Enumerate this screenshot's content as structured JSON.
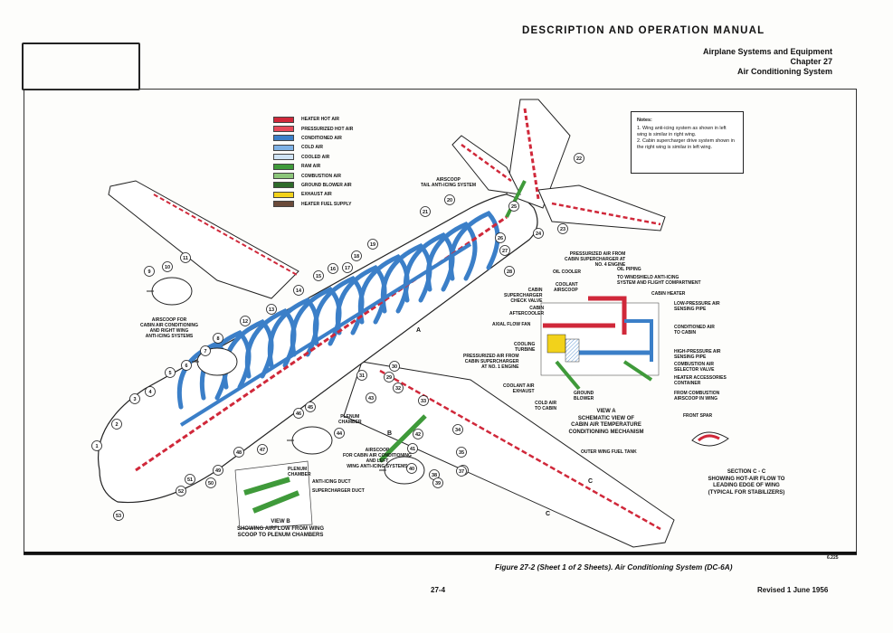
{
  "header": {
    "title": "DESCRIPTION AND OPERATION MANUAL",
    "line1": "Airplane Systems and Equipment",
    "line2": "Chapter 27",
    "line3": "Air Conditioning System"
  },
  "legend": [
    {
      "label": "HEATER HOT AIR",
      "color": "#d0283a"
    },
    {
      "label": "PRESSURIZED HOT AIR",
      "color": "#e64a5a"
    },
    {
      "label": "CONDITIONED AIR",
      "color": "#3b7fc8"
    },
    {
      "label": "COLD AIR",
      "color": "#7fb2e6"
    },
    {
      "label": "COOLED AIR",
      "color": "#cfe3f5"
    },
    {
      "label": "RAM AIR",
      "color": "#3f9a3a"
    },
    {
      "label": "COMBUSTION AIR",
      "color": "#8cc67a"
    },
    {
      "label": "GROUND BLOWER AIR",
      "color": "#2e6b2a"
    },
    {
      "label": "EXHAUST AIR",
      "color": "#f2d21b"
    },
    {
      "label": "HEATER FUEL SUPPLY",
      "color": "#6b4b3a"
    }
  ],
  "notes": {
    "title": "Notes:",
    "n1": "1.  Wing anti-icing system as shown in left wing is similar in right wing.",
    "n2": "2.  Cabin supercharger drive system shown in the right wing is similar in left wing."
  },
  "labels": {
    "tail_scoop": "AIRSCOOP\nTAIL ANTI-ICING SYSTEM",
    "cabin_scoop": "AIRSCOOP FOR\nCABIN AIR CONDITIONING\nAND RIGHT WING\nANTI-ICING SYSTEMS",
    "left_scoop": "AIRSCOOP\nFOR CABIN AIR CONDITIONING\nAND LEFT\nWING ANTI-ICING SYSTEMS",
    "plenum": "PLENUM\nCHAMBER",
    "outer_tank": "OUTER WING FUEL TANK",
    "front_spar": "FRONT SPAR",
    "section_a_marker": "A",
    "section_c_marker1": "C",
    "section_c_marker2": "C",
    "section_b_marker": "B"
  },
  "view_b": {
    "plenum": "PLENUM\nCHAMBER",
    "anti_icing": "ANTI-ICING DUCT",
    "super": "SUPERCHARGER DUCT",
    "caption": "VIEW B\nSHOWING AIRFLOW FROM WING\nSCOOP TO PLENUM CHAMBERS"
  },
  "view_a": {
    "left": [
      "PRESSURIZED AIR FROM\nCABIN SUPERCHARGER AT\nNO. 4 ENGINE",
      "OIL COOLER",
      "CABIN\nSUPERCHARGER\nCHECK VALVE",
      "COOLANT\nAIRSCOOP",
      "CABIN\nAFTERCOOLER",
      "AXIAL FLOW FAN",
      "COOLING\nTURBINE",
      "PRESSURIZED AIR FROM\nCABIN SUPERCHARGER\nAT NO. 1 ENGINE",
      "COOLANT AIR\nEXHAUST",
      "COLD AIR\nTO CABIN",
      "GROUND\nBLOWER"
    ],
    "right": [
      "OIL PIPING",
      "TO WINDSHIELD ANTI-ICING\nSYSTEM AND FLIGHT COMPARTMENT",
      "CABIN HEATER",
      "LOW-PRESSURE AIR\nSENSING PIPE",
      "CONDITIONED AIR\nTO CABIN",
      "HIGH-PRESSURE AIR\nSENSING PIPE",
      "COMBUSTION AIR\nSELECTOR VALVE",
      "HEATER ACCESSORIES\nCONTAINER",
      "FROM COMBUSTION\nAIRSCOOP IN WING"
    ],
    "caption": "VIEW A\nSCHEMATIC VIEW OF\nCABIN AIR TEMPERATURE\nCONDITIONING MECHANISM"
  },
  "section_c": {
    "caption": "SECTION C - C\nSHOWING HOT-AIR FLOW TO\nLEADING EDGE OF WING\n(TYPICAL FOR STABILIZERS)"
  },
  "callouts": [
    "1",
    "2",
    "3",
    "4",
    "5",
    "6",
    "7",
    "8",
    "9",
    "10",
    "11",
    "12",
    "13",
    "14",
    "15",
    "16",
    "17",
    "18",
    "19",
    "20",
    "21",
    "22",
    "23",
    "24",
    "25",
    "26",
    "27",
    "28",
    "29",
    "30",
    "31",
    "32",
    "33",
    "34",
    "35",
    "36",
    "37",
    "38",
    "39",
    "40",
    "41",
    "42",
    "43",
    "44",
    "45",
    "46",
    "47",
    "48",
    "49",
    "50",
    "51",
    "52",
    "53"
  ],
  "footer": {
    "figure": "Figure 27-2  (Sheet  1  of  2  Sheets).   Air  Conditioning  System  (DC-6A)",
    "page": "27-4",
    "revised": "Revised  1  June  1956",
    "drawing_no": "6.225"
  }
}
